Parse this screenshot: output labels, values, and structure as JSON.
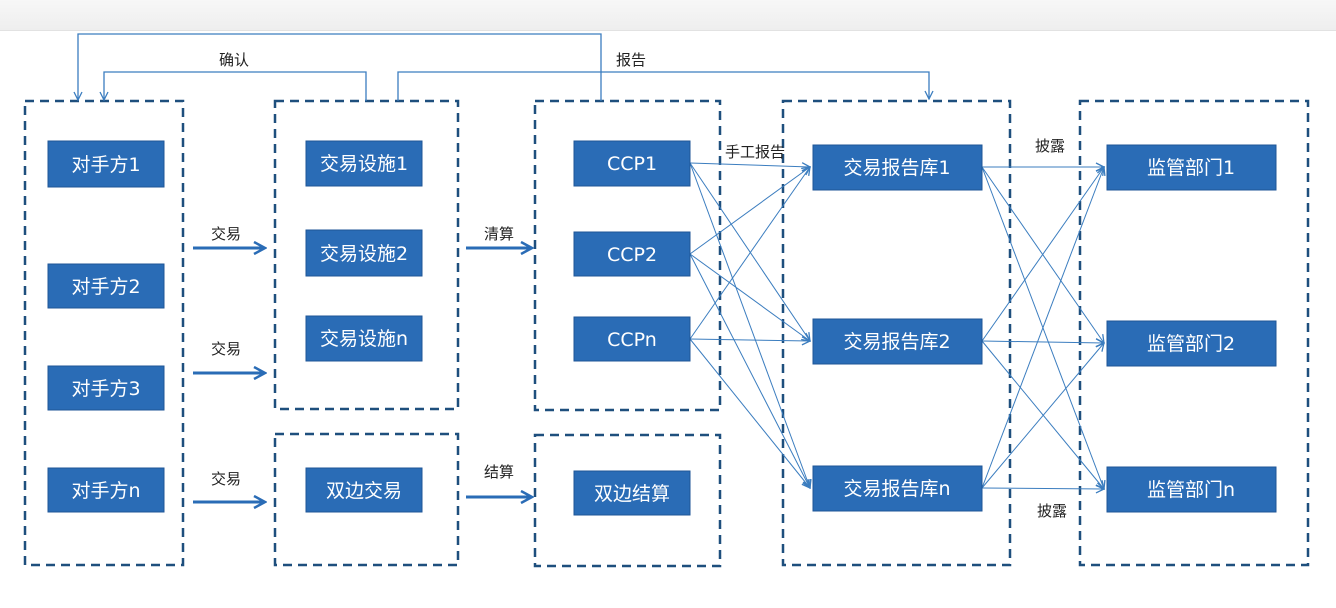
{
  "nodes": {
    "cp1": "对手方1",
    "cp2": "对手方2",
    "cp3": "对手方3",
    "cpn": "对手方n",
    "tf1": "交易设施1",
    "tf2": "交易设施2",
    "tfn": "交易设施n",
    "bilateral_trade": "双边交易",
    "ccp1": "CCP1",
    "ccp2": "CCP2",
    "ccpn": "CCPn",
    "bilateral_settle": "双边结算",
    "tr1": "交易报告库1",
    "tr2": "交易报告库2",
    "trn": "交易报告库n",
    "reg1": "监管部门1",
    "reg2": "监管部门2",
    "regn": "监管部门n"
  },
  "labels": {
    "confirm": "确认",
    "report": "报告",
    "trade1": "交易",
    "trade2": "交易",
    "trade3": "交易",
    "clearing": "清算",
    "settlement": "结算",
    "manual_report": "手工报告",
    "disclose_top": "披露",
    "disclose_bottom": "披露"
  },
  "colors": {
    "box_fill": "#2a6cb6",
    "line": "#3b7dbf",
    "dashed_border": "#1e4f7d"
  }
}
